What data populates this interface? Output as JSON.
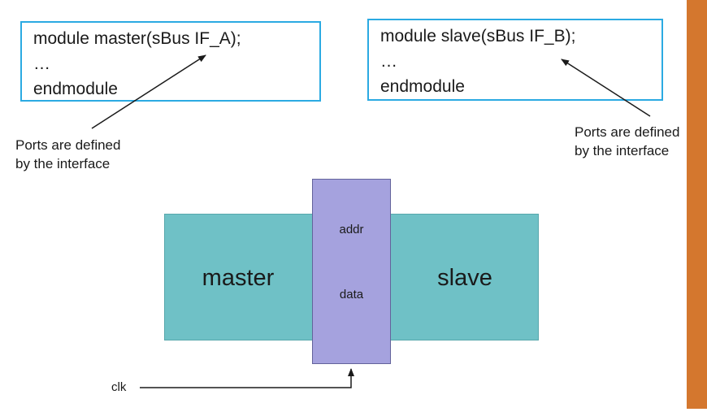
{
  "colors": {
    "box_border": "#2baae2",
    "teal": "#6fc1c6",
    "purple": "#a5a2de",
    "purple_border": "#63639b",
    "orange": "#d4772e",
    "text": "#1a1a1a"
  },
  "code_boxes": [
    {
      "name": "master-module",
      "lines": [
        "module master(sBus IF_A);",
        "…",
        "endmodule"
      ]
    },
    {
      "name": "slave-module",
      "lines": [
        "module slave(sBus IF_B);",
        "…",
        "endmodule"
      ]
    }
  ],
  "annotations": [
    {
      "line1": "Ports are defined",
      "line2": "by the interface"
    },
    {
      "line1": "Ports are defined",
      "line2": "by the interface"
    }
  ],
  "diagram": {
    "master_label": "master",
    "slave_label": "slave",
    "bus_signals": [
      "addr",
      "data"
    ],
    "clk_label": "clk"
  }
}
